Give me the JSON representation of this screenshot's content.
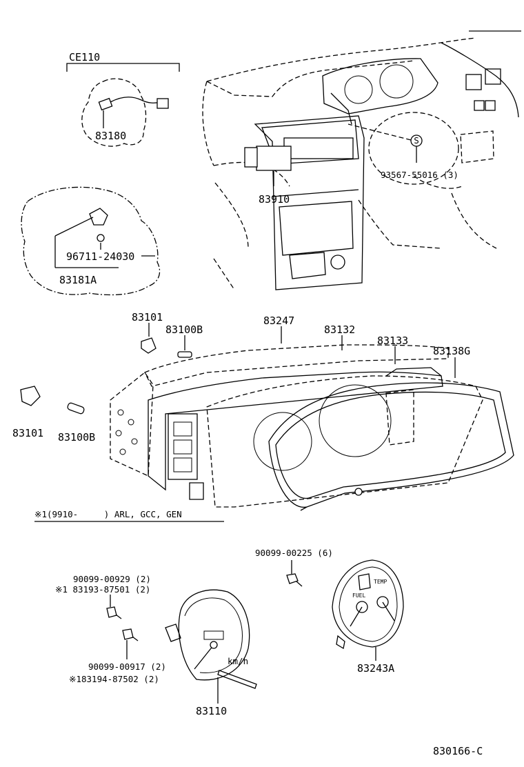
{
  "colors": {
    "ink": "#000000",
    "paper": "#ffffff"
  },
  "labels": {
    "ce110": "CE110",
    "p83180": "83180",
    "p96711": "96711-24030",
    "p83181a": "83181A",
    "p93567": "93567-55016 (3)",
    "p83910": "83910",
    "p83101a": "83101",
    "p83100ba": "83100B",
    "p83247": "83247",
    "p83132": "83132",
    "p83133": "83133",
    "p83138g": "83138G",
    "p83101b": "83101",
    "p83100bb": "83100B",
    "note_header": "※1(9910-     ) ARL, GCC, GEN",
    "p90099_00225": "90099-00225 (6)",
    "p90099_00929": "90099-00929 (2)",
    "p83193": "※1 83193-87501 (2)",
    "p90099_00917": "90099-00917 (2)",
    "p83194": "※183194-87502 (2)",
    "p83243a": "83243A",
    "p83110": "83110",
    "diagram_code": "830166-C"
  },
  "icons": {
    "screw_mark": "S",
    "speedo_unit": "km/h",
    "fuel_mark": "FUEL",
    "temp_mark": "TEMP"
  }
}
